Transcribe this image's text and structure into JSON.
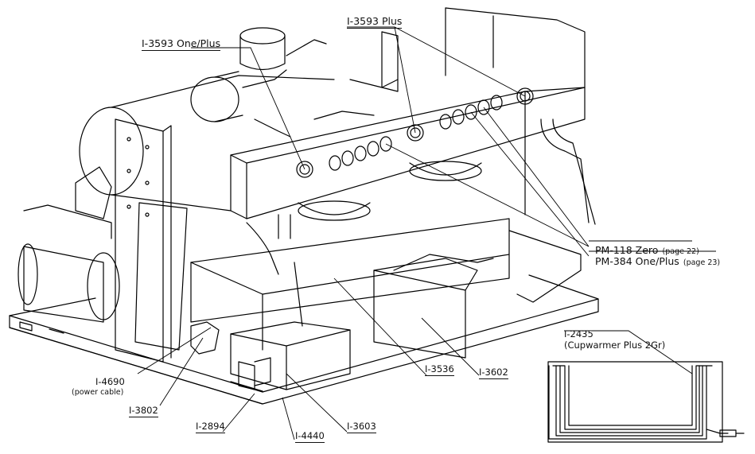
{
  "callouts": {
    "i3593_one_plus": "I-3593 One/Plus",
    "i3593_plus": "I-3593 Plus",
    "pm118_main": "PM-118 Zero",
    "pm118_page": "(page 22)",
    "pm384_main": "PM-384 One/Plus",
    "pm384_page": "(page 23)",
    "i2435": "I-2435",
    "i2435_desc": "(Cupwarmer Plus 2Gr)",
    "i4690": "I-4690",
    "i4690_desc": "(power cable)",
    "i3802": "I-3802",
    "i2894": "I-2894",
    "i4440": "I-4440",
    "i3603": "I-3603",
    "i3536": "I-3536",
    "i3602": "I-3602"
  }
}
